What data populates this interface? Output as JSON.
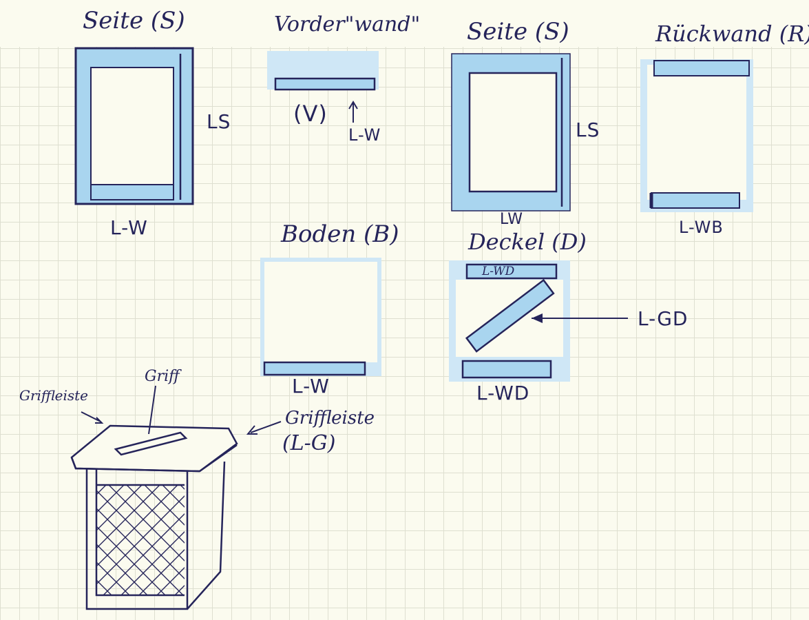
{
  "panels": {
    "seite_left": {
      "title": "Seite (S)",
      "bottom_label": "L-W",
      "side_label": "LS"
    },
    "vorderwand": {
      "title": "Vorder\"wand\"",
      "part_label": "(V)",
      "dim_label": "L-W"
    },
    "seite_right": {
      "title": "Seite (S)",
      "bottom_label": "LW",
      "side_label": "LS"
    },
    "rueckwand": {
      "title": "Rückwand (R)",
      "bottom_label": "L-WB"
    },
    "boden": {
      "title": "Boden (B)",
      "bottom_label": "L-W"
    },
    "deckel": {
      "title": "Deckel (D)",
      "top_bar_label": "L-WD",
      "diag_label": "L-GD",
      "bottom_label": "L-WD"
    }
  },
  "sketch": {
    "label_griffleiste_left": "Griffleiste",
    "label_griff": "Griff",
    "label_griffleiste_right": "Griffleiste",
    "label_griffleiste_code": "(L-G)"
  },
  "colors": {
    "paper": "#fbfbef",
    "grid": "#dedfd0",
    "ink": "#25245a",
    "blue_fill": "#a9d5ef",
    "light_blue": "#cfe7f6"
  }
}
